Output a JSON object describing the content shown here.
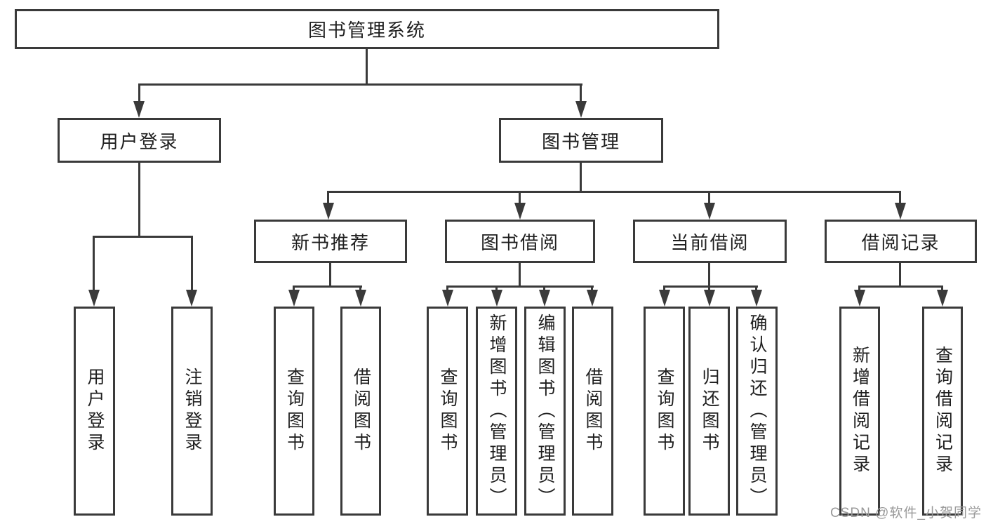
{
  "colors": {
    "background": "#ffffff",
    "line": "#3a3a3a",
    "border": "#3a3a3a",
    "text": "#1f1f1f",
    "watermark": "#999999"
  },
  "icons": {
    "arrowhead": "arrow-down"
  },
  "watermark": {
    "text": "CSDN @软件_小贺同学"
  },
  "diagram": {
    "root": {
      "label": "图书管理系统"
    },
    "branches": [
      {
        "label": "用户登录",
        "children": [
          {
            "label": "用户登录"
          },
          {
            "label": "注销登录"
          }
        ]
      },
      {
        "label": "图书管理",
        "children": [
          {
            "label": "新书推荐",
            "children": [
              {
                "label": "查询图书"
              },
              {
                "label": "借阅图书"
              }
            ]
          },
          {
            "label": "图书借阅",
            "children": [
              {
                "label": "查询图书"
              },
              {
                "label": "新增图书（管理员）"
              },
              {
                "label": "编辑图书（管理员）"
              },
              {
                "label": "借阅图书"
              }
            ]
          },
          {
            "label": "当前借阅",
            "children": [
              {
                "label": "查询图书"
              },
              {
                "label": "归还图书"
              },
              {
                "label": "确认归还（管理员）"
              }
            ]
          },
          {
            "label": "借阅记录",
            "children": [
              {
                "label": "新增借阅记录"
              },
              {
                "label": "查询借阅记录"
              }
            ]
          }
        ]
      }
    ]
  }
}
